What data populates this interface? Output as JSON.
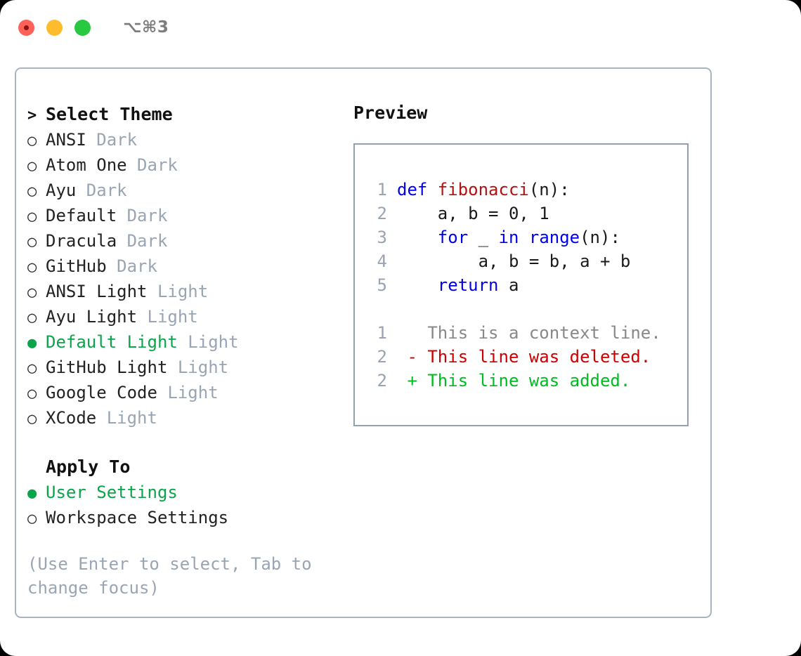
{
  "window": {
    "shortcut_label": "⌥⌘3",
    "traffic_lights": [
      "close",
      "minimize",
      "maximize"
    ]
  },
  "colors": {
    "selected_green": "#0aa54a",
    "muted_gray": "#9aa5b4",
    "border": "#aab3c0",
    "preview_border": "#93a0b2",
    "keyword_blue": "#0000ee",
    "function_red": "#b31212",
    "diff_deleted": "#cc0000",
    "diff_added": "#00bb22",
    "diff_context": "#888888",
    "line_number": "#9aa3b3"
  },
  "theme_picker": {
    "header_marker": ">",
    "header_label": "Select Theme",
    "marker_unselected": "○",
    "marker_selected": "●",
    "items": [
      {
        "name": "ANSI",
        "suffix": "Dark",
        "selected": false
      },
      {
        "name": "Atom One",
        "suffix": "Dark",
        "selected": false
      },
      {
        "name": "Ayu",
        "suffix": "Dark",
        "selected": false
      },
      {
        "name": "Default",
        "suffix": "Dark",
        "selected": false
      },
      {
        "name": "Dracula",
        "suffix": "Dark",
        "selected": false
      },
      {
        "name": "GitHub",
        "suffix": "Dark",
        "selected": false
      },
      {
        "name": "ANSI Light",
        "suffix": "Light",
        "selected": false
      },
      {
        "name": "Ayu Light",
        "suffix": "Light",
        "selected": false
      },
      {
        "name": "Default Light",
        "suffix": "Light",
        "selected": true
      },
      {
        "name": "GitHub Light",
        "suffix": "Light",
        "selected": false
      },
      {
        "name": "Google Code",
        "suffix": "Light",
        "selected": false
      },
      {
        "name": "XCode",
        "suffix": "Light",
        "selected": false
      }
    ]
  },
  "apply_to": {
    "header_label": "Apply To",
    "items": [
      {
        "name": "User Settings",
        "selected": true
      },
      {
        "name": "Workspace Settings",
        "selected": false
      }
    ]
  },
  "hint": "(Use Enter to select, Tab to change focus)",
  "preview": {
    "title": "Preview",
    "code_lines": [
      {
        "number": "1",
        "tokens": [
          {
            "text": "def ",
            "kind": "kw"
          },
          {
            "text": "fibonacci",
            "kind": "fn"
          },
          {
            "text": "(n):",
            "kind": "plain"
          }
        ]
      },
      {
        "number": "2",
        "tokens": [
          {
            "text": "    a, b = 0, 1",
            "kind": "plain"
          }
        ]
      },
      {
        "number": "3",
        "tokens": [
          {
            "text": "    ",
            "kind": "plain"
          },
          {
            "text": "for",
            "kind": "kw"
          },
          {
            "text": " _ ",
            "kind": "plain"
          },
          {
            "text": "in range",
            "kind": "kw"
          },
          {
            "text": "(n):",
            "kind": "plain"
          }
        ]
      },
      {
        "number": "4",
        "tokens": [
          {
            "text": "        a, b = b, a + b",
            "kind": "plain"
          }
        ]
      },
      {
        "number": "5",
        "tokens": [
          {
            "text": "    ",
            "kind": "plain"
          },
          {
            "text": "return",
            "kind": "kw"
          },
          {
            "text": " a",
            "kind": "plain"
          }
        ]
      }
    ],
    "diff_lines": [
      {
        "number": "1",
        "sign": " ",
        "text": "This is a context line.",
        "kind": "ctx"
      },
      {
        "number": "2",
        "sign": "-",
        "text": "This line was deleted.",
        "kind": "del"
      },
      {
        "number": "2",
        "sign": "+",
        "text": "This line was added.",
        "kind": "add"
      }
    ]
  }
}
